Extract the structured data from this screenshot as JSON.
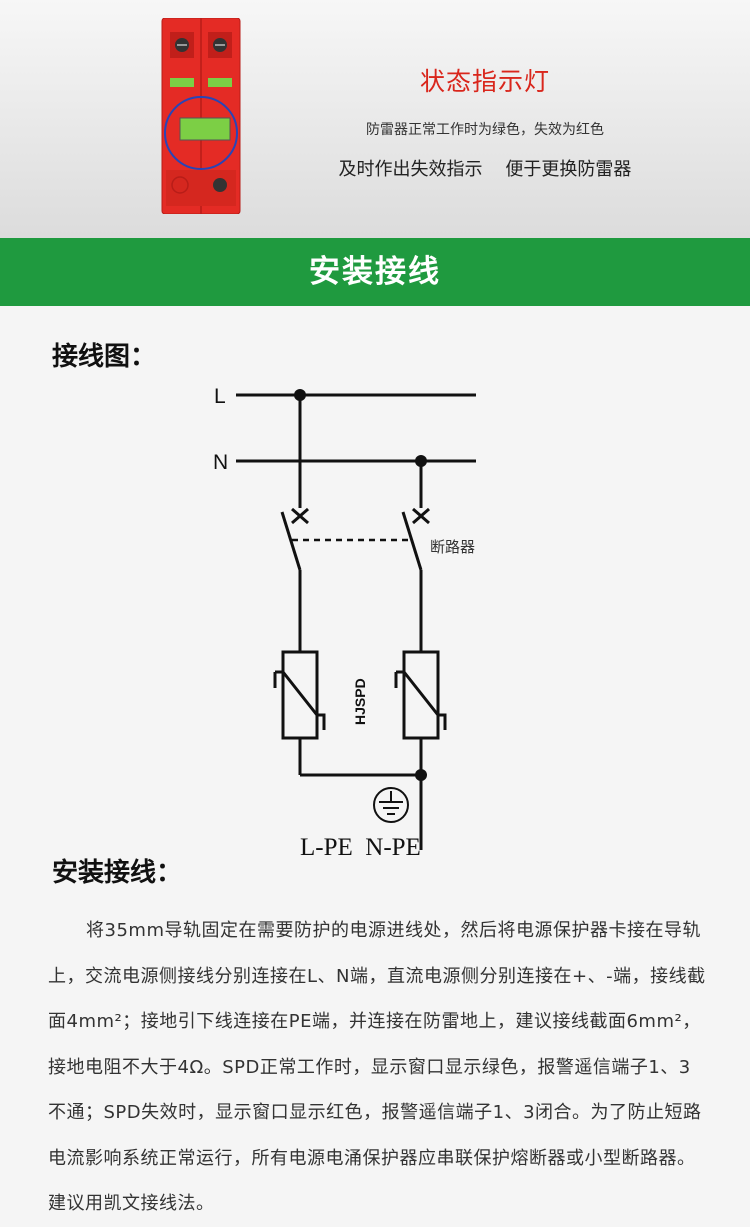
{
  "status": {
    "title": "状态指示灯",
    "description": "防雷器正常工作时为绿色，失效为红色",
    "note": "及时作出失效指示    便于更换防雷器"
  },
  "banner": {
    "title": "安装接线"
  },
  "diagram": {
    "heading": "接线图：",
    "line_l": "L",
    "line_n": "N",
    "breaker_label": "断路器",
    "spd_label": "HJSPD",
    "bottom_label": "L-PE  N-PE"
  },
  "install": {
    "heading": "安装接线：",
    "body": "将35mm导轨固定在需要防护的电源进线处，然后将电源保护器卡接在导轨上，交流电源侧接线分别连接在L、N端，直流电源侧分别连接在+、-端，接线截面4mm²；接地引下线连接在PE端，并连接在防雷地上，建议接线截面6mm²，接地电阻不大于4Ω。SPD正常工作时，显示窗口显示绿色，报警遥信端子1、3不通；SPD失效时，显示窗口显示红色，报警遥信端子1、3闭合。为了防止短路电流影响系统正常运行，所有电源电涌保护器应串联保护熔断器或小型断路器。建议用凯文接线法。"
  },
  "colors": {
    "banner_green": "#1f9a3f",
    "title_red": "#d9261c",
    "device_red": "#e42b25",
    "window_green": "#7ccf45"
  }
}
